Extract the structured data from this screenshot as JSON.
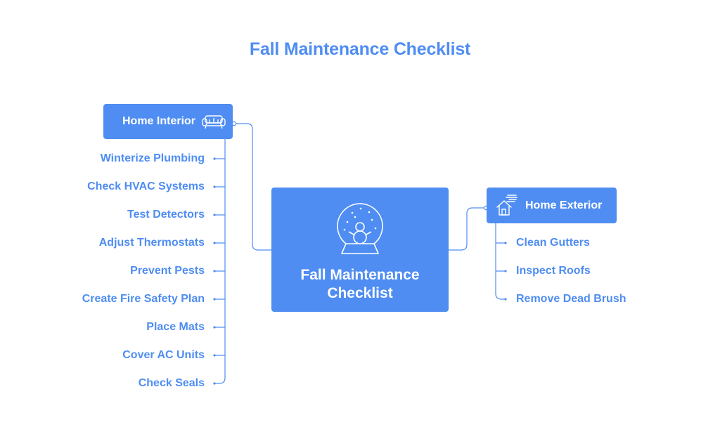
{
  "title": "Fall Maintenance Checklist",
  "center": {
    "label_line1": "Fall Maintenance",
    "label_line2": "Checklist",
    "icon": "snow-globe-icon"
  },
  "interior": {
    "label": "Home Interior",
    "icon": "sofa-icon",
    "items": [
      "Winterize Plumbing",
      "Check HVAC Systems",
      "Test Detectors",
      "Adjust Thermostats",
      "Prevent Pests",
      "Create Fire Safety Plan",
      "Place Mats",
      "Cover AC Units",
      "Check Seals"
    ]
  },
  "exterior": {
    "label": "Home Exterior",
    "icon": "windy-house-icon",
    "items": [
      "Clean Gutters",
      "Inspect Roofs",
      "Remove Dead Brush"
    ]
  },
  "colors": {
    "accent": "#4f8df2",
    "background": "#ffffff",
    "box_text": "#ffffff"
  }
}
